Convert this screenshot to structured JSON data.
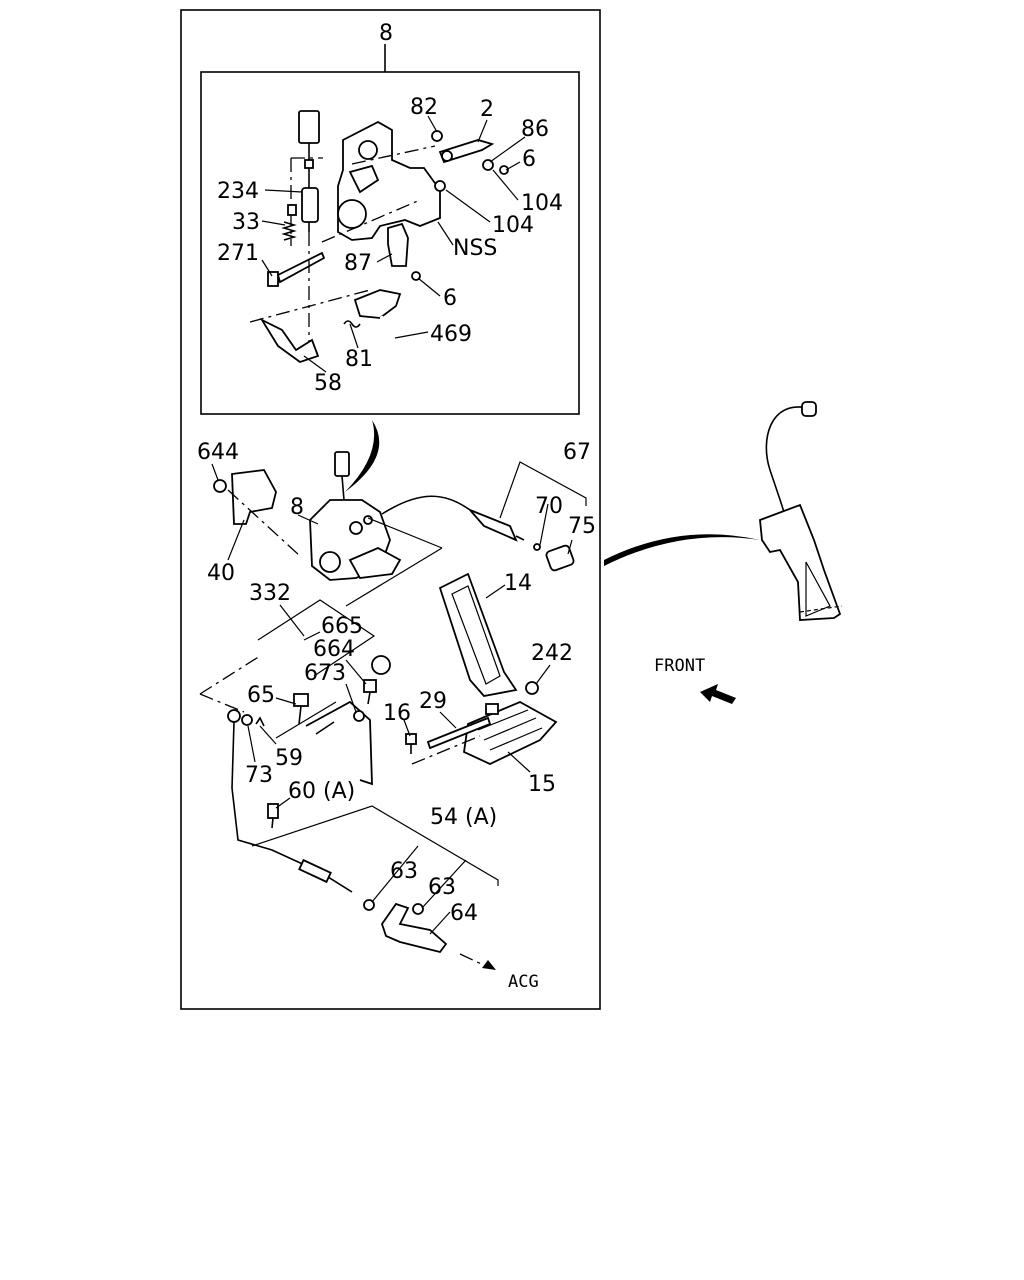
{
  "labels": {
    "l8_top": "8",
    "l82": "82",
    "l2": "2",
    "l86": "86",
    "l6_a": "6",
    "l104_a": "104",
    "l104_b": "104",
    "l234": "234",
    "l33": "33",
    "l271": "271",
    "l87": "87",
    "lNSS": "NSS",
    "l6_b": "6",
    "l469": "469",
    "l81": "81",
    "l58": "58",
    "l644": "644",
    "l8_mid": "8",
    "l40": "40",
    "l67": "67",
    "l70": "70",
    "l75": "75",
    "l14": "14",
    "l332": "332",
    "l665": "665",
    "l664": "664",
    "l673": "673",
    "l242": "242",
    "l65": "65",
    "l16": "16",
    "l29": "29",
    "l73": "73",
    "l59": "59",
    "l15": "15",
    "l60a": "60 (A)",
    "l54a": "54 (A)",
    "l63_a": "63",
    "l63_b": "63",
    "l64": "64",
    "front": "FRONT",
    "acg": "ACG"
  }
}
